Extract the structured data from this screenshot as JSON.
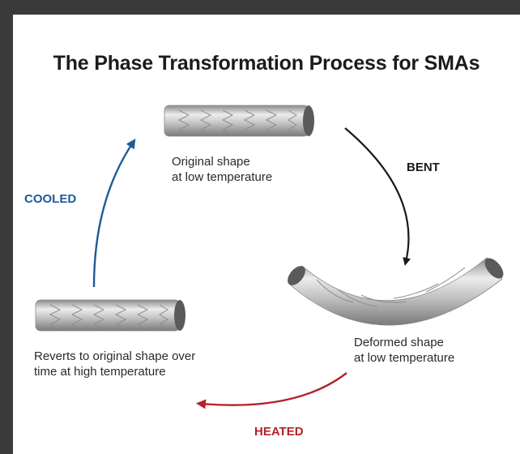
{
  "title": "The Phase Transformation Process for SMAs",
  "captions": {
    "original": [
      "Original shape",
      "at low temperature"
    ],
    "deformed": [
      "Deformed shape",
      "at low temperature"
    ],
    "reverts": [
      "Reverts to original shape over",
      "time at high temperature"
    ]
  },
  "steps": {
    "bent": "BENT",
    "heated": "HEATED",
    "cooled": "COOLED"
  },
  "colors": {
    "background": "#3a3a3a",
    "bent": "#1a1a1a",
    "heated": "#b3222a",
    "cooled": "#1d5a99",
    "rod_light": "#e9e9e9",
    "rod_dark": "#7c7c7c"
  }
}
